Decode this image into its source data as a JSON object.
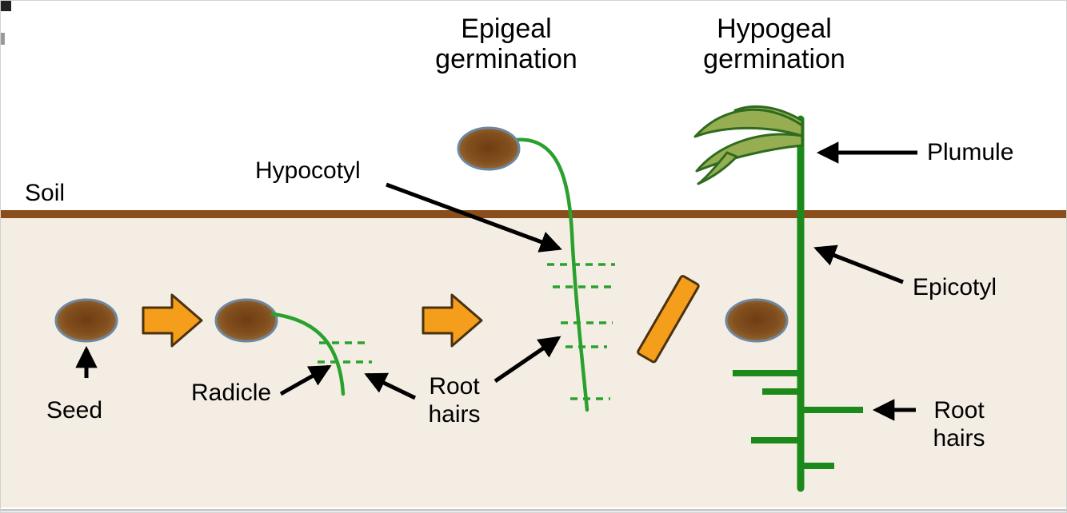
{
  "titles": {
    "epigeal_line1": "Epigeal",
    "epigeal_line2": "germination",
    "hypogeal_line1": "Hypogeal",
    "hypogeal_line2": "germination"
  },
  "labels": {
    "soil": "Soil",
    "seed": "Seed",
    "radicle": "Radicle",
    "root_hairs_left_line1": "Root",
    "root_hairs_left_line2": "hairs",
    "hypocotyl": "Hypocotyl",
    "plumule": "Plumule",
    "epicotyl": "Epicotyl",
    "root_hairs_right_line1": "Root",
    "root_hairs_right_line2": "hairs"
  },
  "colors": {
    "background_sky": "#ffffff",
    "soil_background": "#f4ede3",
    "soil_line": "#8a4d1c",
    "seed_fill": "#7c4a1a",
    "seed_outline": "#6d87a0",
    "sprout_green": "#2aa12e",
    "hypogeal_green": "#1b8a1b",
    "leaf_green": "#96ad52",
    "leaf_outline": "#2f6b1f",
    "arrow_orange": "#f59e1c",
    "arrow_outline": "#4a3110",
    "label_text": "#000000"
  }
}
